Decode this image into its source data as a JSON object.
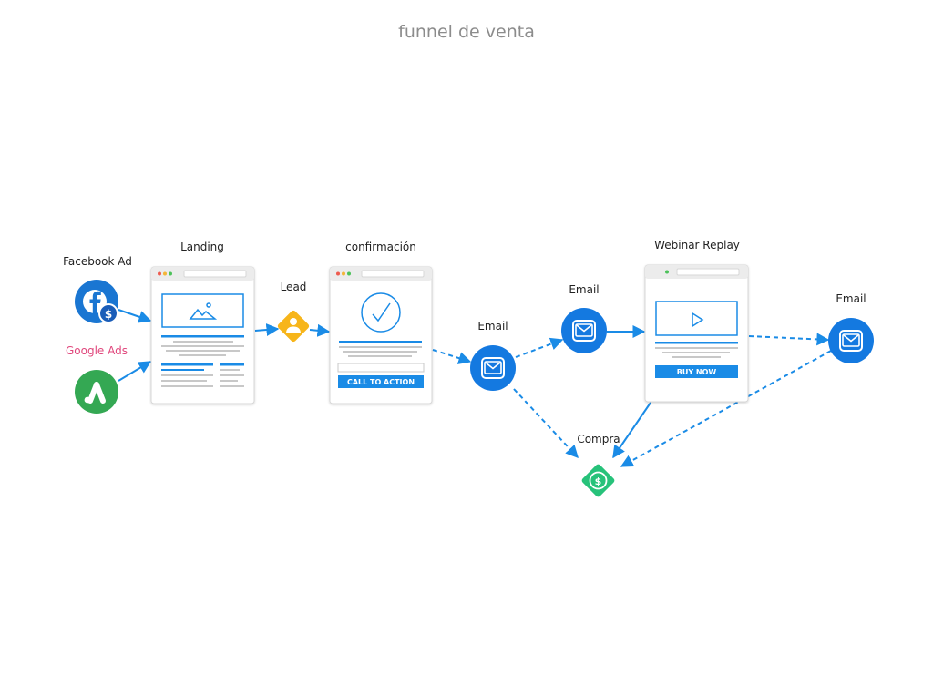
{
  "title": "funnel de venta",
  "nodes": {
    "facebook_ad": "Facebook Ad",
    "google_ads": "Google Ads",
    "landing": "Landing",
    "lead": "Lead",
    "confirmacion": "confirmación",
    "email_1": "Email",
    "email_2": "Email",
    "webinar": "Webinar Replay",
    "email_3": "Email",
    "compra": "Compra"
  },
  "buttons": {
    "call_to_action": "CALL TO ACTION",
    "buy_now": "BUY NOW"
  },
  "colors": {
    "accent": "#1a8be6",
    "email_node": "#1479e0",
    "facebook": "#1a76d2",
    "google_ads": "#34a853",
    "lead": "#f7b51a",
    "purchase": "#27c27a",
    "google_label": "#e0457b"
  }
}
